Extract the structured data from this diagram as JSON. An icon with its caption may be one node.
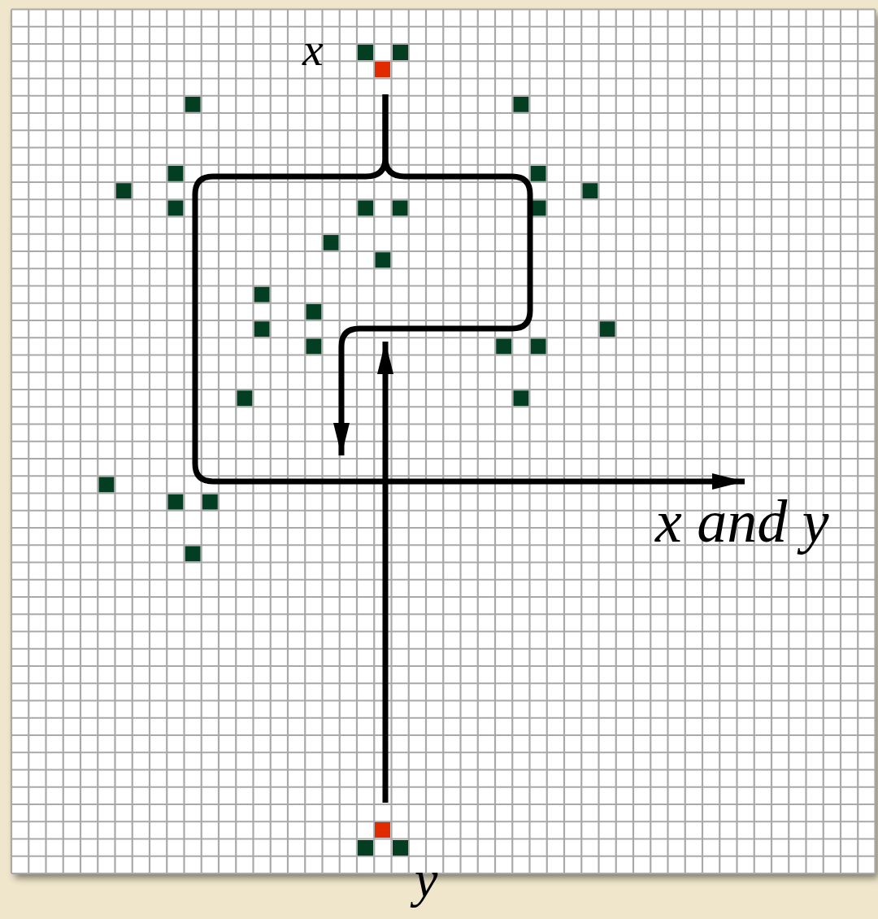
{
  "diagram": {
    "nodes": [
      {
        "text": [
          "x"
        ]
      },
      {
        "text": [
          "y"
        ]
      },
      {
        "text": [
          "x and y"
        ]
      }
    ],
    "edges": [
      {
        "from": 0,
        "to": 2,
        "arrow": "to"
      },
      {
        "from": 0,
        "to": null,
        "arrow": "to"
      },
      {
        "from": 1,
        "to": null,
        "arrow": "to"
      }
    ]
  }
}
